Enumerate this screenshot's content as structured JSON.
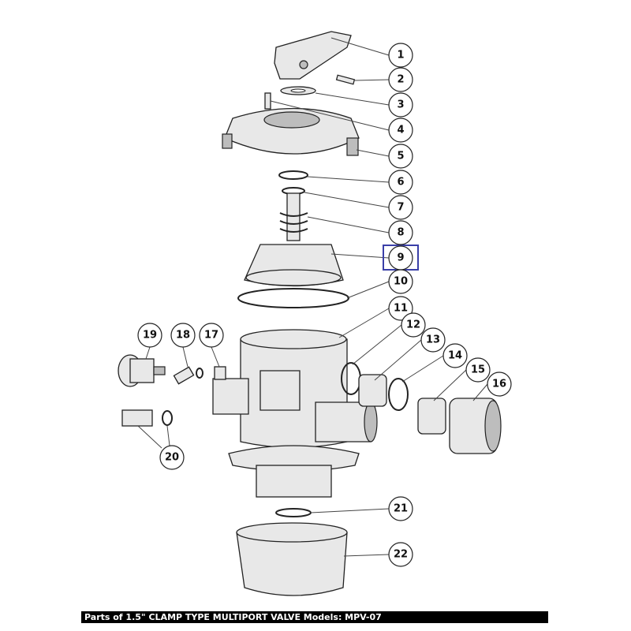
{
  "caption": "Parts of 1.5\" CLAMP TYPE MULTIPORT VALVE Models: MPV-07",
  "highlight_color": "#3a3fa8",
  "highlighted_callout": "9",
  "callouts": [
    "1",
    "2",
    "3",
    "4",
    "5",
    "6",
    "7",
    "8",
    "9",
    "10",
    "11",
    "12",
    "13",
    "14",
    "15",
    "16",
    "17",
    "18",
    "19",
    "20",
    "21",
    "22"
  ]
}
